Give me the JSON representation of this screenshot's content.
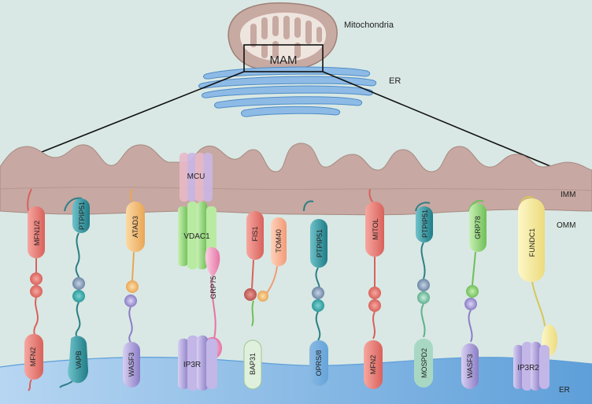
{
  "top": {
    "mitochondria_label": "Mitochondria",
    "mam_label": "MAM",
    "er_label": "ER"
  },
  "layers": {
    "imm": "IMM",
    "omm": "OMM",
    "er": "ER"
  },
  "proteins": {
    "mfn12": "MFN1/2",
    "ptpip51_a": "PTPIP51",
    "atad3": "ATAD3",
    "mcu": "MCU",
    "vdac1": "VDAC1",
    "grp75": "GRP75",
    "fis1": "FIS1",
    "tom40": "TOM40",
    "ptpip51_b": "PTPIP51",
    "mitol": "MITOL",
    "ptpip51_c": "PTPIP51",
    "grp78": "GRP78",
    "fundc1": "FUNDC1",
    "mfn2_a": "MFN2",
    "vapb": "VAPB",
    "wasf3_a": "WASF3",
    "ip3r": "IP3R",
    "bap31": "BAP31",
    "oprs18": "OPRS/8",
    "mfn2_b": "MFN2",
    "mospd2": "MOSPD2",
    "wasf3_b": "WASF3",
    "ip3r2": "IP3R2"
  },
  "colors": {
    "background": "#d9e8e4",
    "membrane": "#c7a8a2",
    "er": "#8ebbe6",
    "red": "#e8877f",
    "teal": "#3a9ca6",
    "orange": "#f3c07a",
    "lavender": "#b5a8dc",
    "green": "#9fdc86",
    "pink": "#f3a3c7",
    "yellow": "#f5eaa0"
  }
}
